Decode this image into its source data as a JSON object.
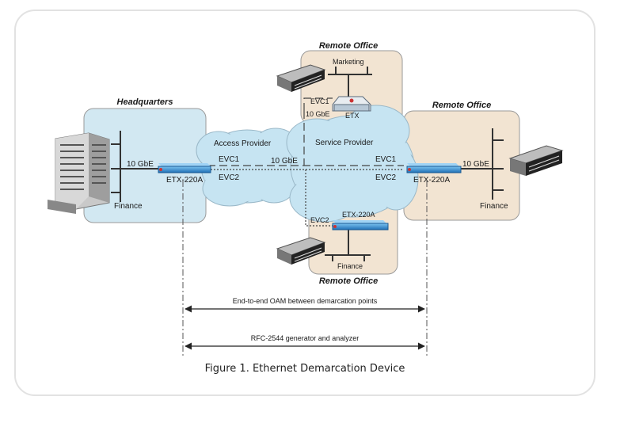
{
  "headquarters": {
    "title": "Headquarters",
    "segment": "Finance",
    "link": "10 GbE"
  },
  "remote_top": {
    "title": "Remote Office",
    "segment": "Marketing",
    "evc": "EVC1",
    "link": "10 GbE",
    "device": "ETX"
  },
  "remote_right": {
    "title": "Remote Office",
    "segment": "Finance",
    "link": "10 GbE",
    "device": "ETX-220A",
    "evc1": "EVC1",
    "evc2": "EVC2"
  },
  "remote_bottom": {
    "title": "Remote Office",
    "segment": "Finance",
    "evc": "EVC2",
    "device": "ETX-220A"
  },
  "hq_device": {
    "label": "ETX-220A",
    "evc1": "EVC1",
    "evc2": "EVC2"
  },
  "clouds": {
    "access": "Access Provider",
    "service": "Service Provider",
    "link": "10 GbE"
  },
  "arrows": {
    "oam": "End-to-end OAM between demarcation points",
    "rfc": "RFC-2544 generator and analyzer"
  },
  "caption": "Figure 1.  Ethernet Demarcation Device",
  "colors": {
    "hq_fill": "#d2e8f2",
    "remote_fill": "#f2e4d2",
    "cloud_fill": "#c6e4f2",
    "device": "#2f8fd6"
  }
}
